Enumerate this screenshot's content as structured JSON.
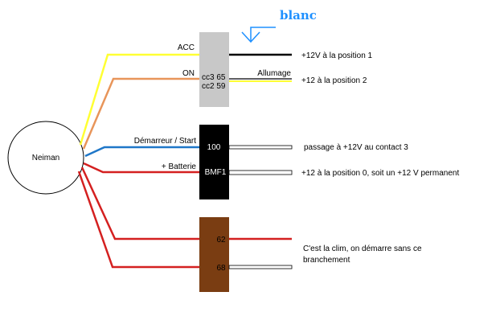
{
  "header": {
    "annotation": "blanc"
  },
  "neiman": {
    "label": "Neiman"
  },
  "connectors": {
    "top": {
      "lines": [
        "cc3 65",
        "cc2 59"
      ]
    },
    "middle": {
      "pins": [
        "100",
        "BMF1"
      ]
    },
    "bottom": {
      "pins": [
        "62",
        "68"
      ]
    }
  },
  "wires": {
    "acc": "ACC",
    "on": "ON",
    "start": "Démarreur / Start",
    "battery": "+ Batterie",
    "allumage": "Allumage"
  },
  "outputs": {
    "pos1": "+12V à la position 1",
    "pos2": "+12 à la position 2",
    "contact3": "passage à +12V au contact 3",
    "permanent": "+12 à la position 0, soit un +12 V permanent",
    "clim_line1": "C'est la clim, on démarre sans ce",
    "clim_line2": "branchement"
  },
  "colors": {
    "yellow": "#ffff33",
    "orange": "#e8955a",
    "blue": "#1f77c8",
    "red": "#d42020",
    "gray_block": "#c8c8c8",
    "black_block": "#000000",
    "brown_block": "#7a3d12",
    "annotation": "#1e90ff"
  }
}
